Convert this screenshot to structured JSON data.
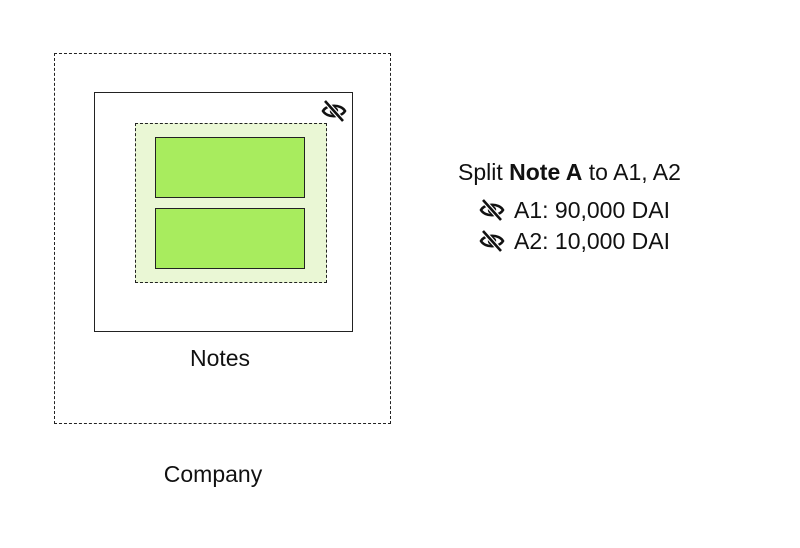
{
  "diagram": {
    "notes_label": "Notes",
    "company_label": "Company",
    "split": {
      "prefix": "Split ",
      "note_name": "Note A",
      "suffix": " to A1, A2",
      "rows": [
        {
          "icon": "eye-slash-icon",
          "label": "A1: 90,000 DAI"
        },
        {
          "icon": "eye-slash-icon",
          "label": "A2: 10,000 DAI"
        }
      ]
    },
    "colors": {
      "note_fill": "#a8ec5e",
      "split_area_fill": "#eaf7d5"
    },
    "icons": {
      "notes_visibility": "eye-slash-icon"
    }
  }
}
